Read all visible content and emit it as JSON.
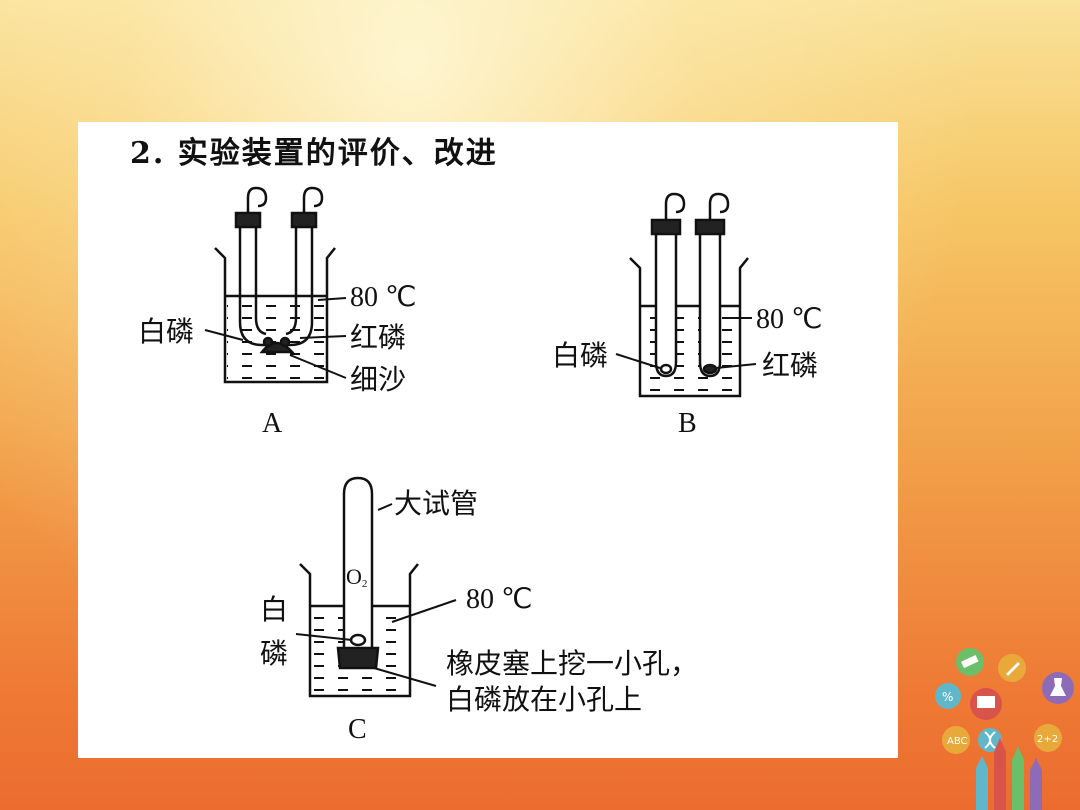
{
  "slide": {
    "title": "2. 实验装置的评价、改进"
  },
  "diagram_a": {
    "caption": "A",
    "temperature": "80 ℃",
    "label_white_p": "白磷",
    "label_red_p": "红磷",
    "label_sand": "细沙"
  },
  "diagram_b": {
    "caption": "B",
    "temperature": "80 ℃",
    "label_white_p": "白磷",
    "label_red_p": "红磷"
  },
  "diagram_c": {
    "caption": "C",
    "temperature": "80 ℃",
    "label_big_tube": "大试管",
    "label_o2": "O",
    "label_o2_sub": "2",
    "label_white_p_1": "白",
    "label_white_p_2": "磷",
    "note_line1": "橡皮塞上挖一小孔，",
    "note_line2": "白磷放在小孔上"
  },
  "decoration": {
    "icons": [
      "pencil-icon",
      "ruler-icon",
      "computer-icon",
      "flask-icon",
      "abc-icon",
      "math-icon",
      "dna-icon"
    ],
    "colors": [
      "#5fb7c9",
      "#e9a93a",
      "#d8534a",
      "#8e6bb7",
      "#6bbf6a"
    ]
  }
}
